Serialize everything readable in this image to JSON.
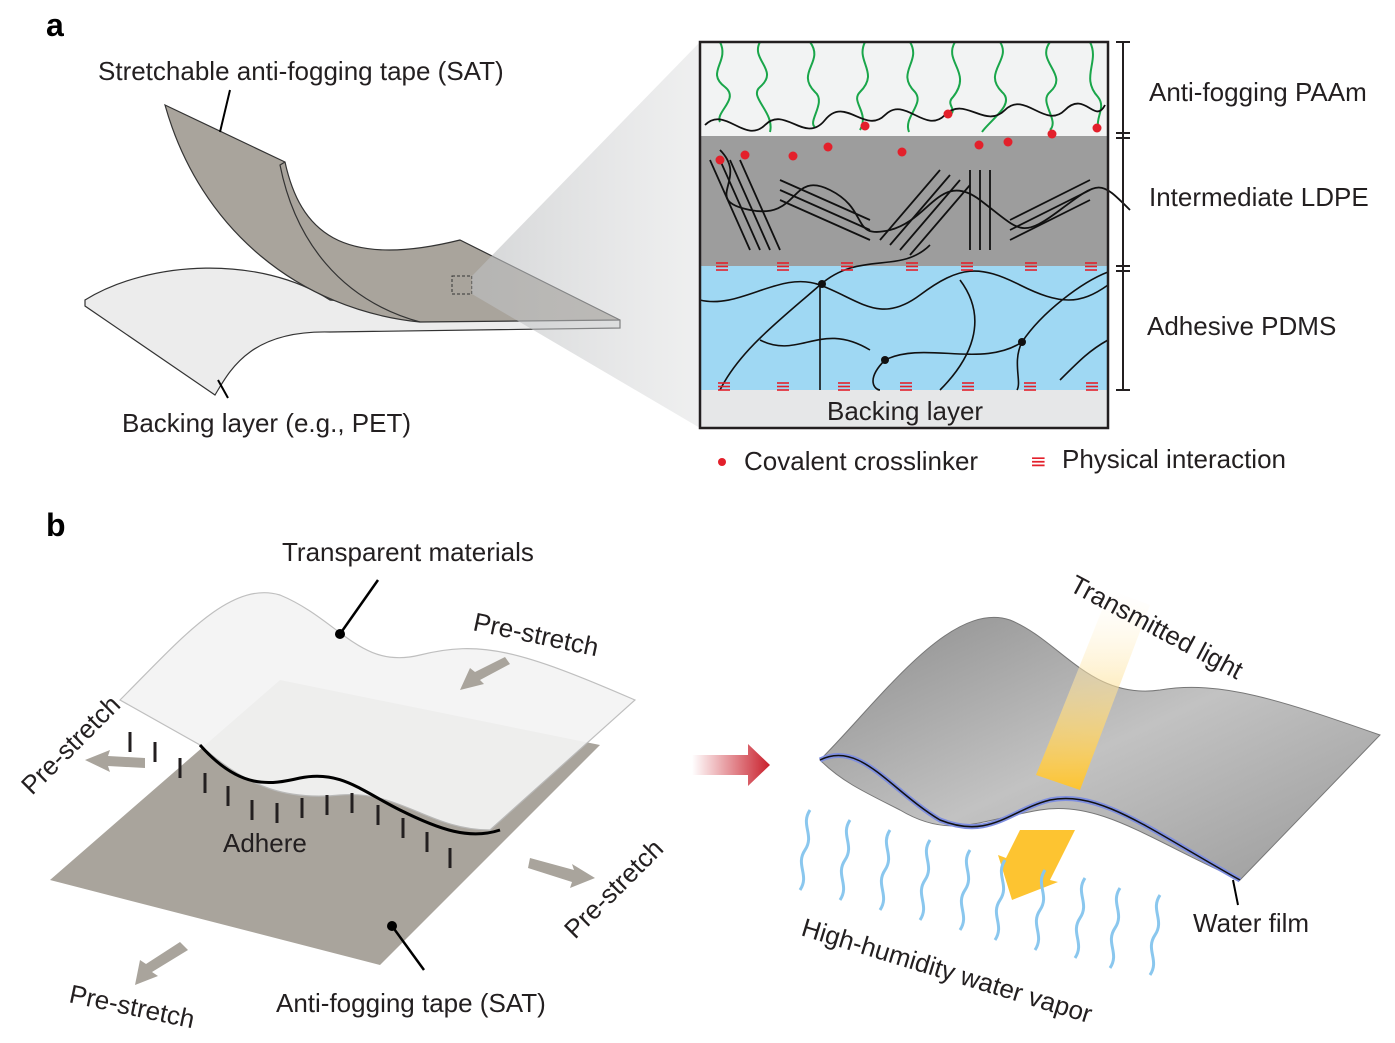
{
  "panels": {
    "a": "a",
    "b": "b"
  },
  "panel_a": {
    "tape_label": "Stretchable anti-fogging tape (SAT)",
    "backing_label": "Backing layer (e.g., PET)",
    "layers": {
      "paam": "Anti-fogging PAAm",
      "ldpe": "Intermediate LDPE",
      "pdms": "Adhesive PDMS",
      "backing": "Backing layer"
    },
    "legend": {
      "covalent": "Covalent crosslinker",
      "physical": "Physical interaction",
      "physical_symbol": "≡"
    },
    "colors": {
      "paam": "#f2f3f3",
      "ldpe": "#9d9d9d",
      "pdms": "#9fd8f3",
      "backing": "#e6e7e8",
      "crosslinker": "#e3202b",
      "chain": "#1aa64a"
    }
  },
  "panel_b": {
    "transparent": "Transparent materials",
    "prestretch_1": "Pre-stretch",
    "prestretch_2": "Pre-stretch",
    "prestretch_3": "Pre-stretch",
    "prestretch_4": "Pre-stretch",
    "adhere": "Adhere",
    "sat": "Anti-fogging tape (SAT)",
    "light": "Transmitted light",
    "water_film": "Water film",
    "vapor": "High-humidity water vapor"
  }
}
